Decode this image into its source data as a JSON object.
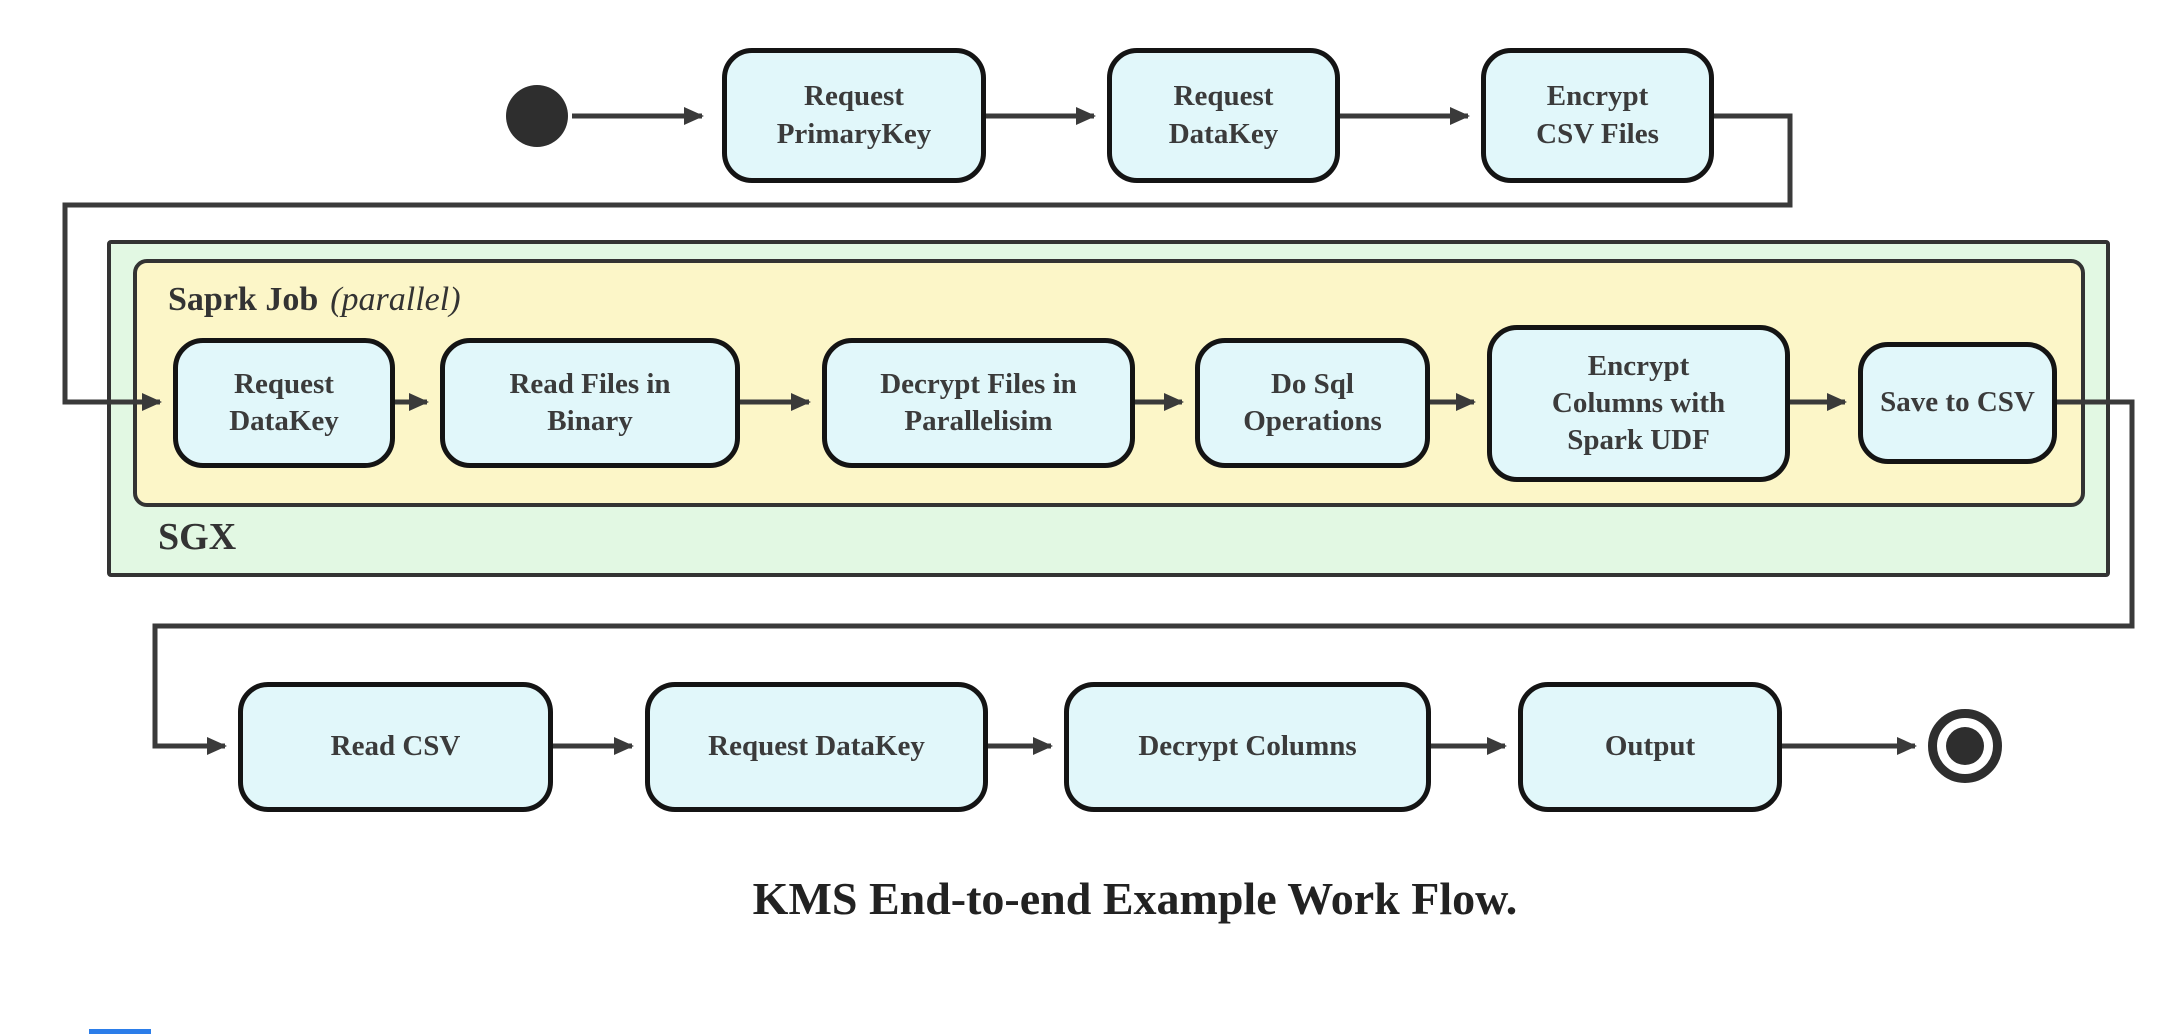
{
  "diagram": {
    "caption": "KMS End-to-end Example Work Flow.",
    "colors": {
      "node_fill": "#e1f7fa",
      "node_border": "#141414",
      "sgx_container_fill": "#e2f8e3",
      "spark_container_fill": "#fcf6c8",
      "container_border": "#333333",
      "connector_line": "#3a3a3a",
      "text": "#3b3b3b",
      "blue_mark": "#2b7de9"
    },
    "containers": {
      "sgx": {
        "label": "SGX"
      },
      "spark": {
        "label": "Saprk Job",
        "label_suffix": "(parallel)"
      }
    },
    "nodes": {
      "start": {
        "type": "start-state"
      },
      "request_primarykey": {
        "label": "Request\nPrimaryKey"
      },
      "request_datakey_top": {
        "label": "Request\nDataKey"
      },
      "encrypt_csv_files": {
        "label": "Encrypt\nCSV Files"
      },
      "request_datakey_sgx": {
        "label": "Request\nDataKey"
      },
      "read_files_in_binary": {
        "label": "Read Files in\nBinary"
      },
      "decrypt_files_in_parallelisim": {
        "label": "Decrypt Files in\nParallelisim"
      },
      "do_sql_operations": {
        "label": "Do Sql\nOperations"
      },
      "encrypt_columns_with_spark_udf": {
        "label": "Encrypt\nColumns with\nSpark UDF"
      },
      "save_to_csv": {
        "label": "Save to CSV"
      },
      "read_csv": {
        "label": "Read CSV"
      },
      "request_datakey_client": {
        "label": "Request DataKey"
      },
      "decrypt_columns": {
        "label": "Decrypt Columns"
      },
      "output": {
        "label": "Output"
      },
      "end": {
        "type": "end-state"
      }
    },
    "edges": [
      [
        "start",
        "request_primarykey"
      ],
      [
        "request_primarykey",
        "request_datakey_top"
      ],
      [
        "request_datakey_top",
        "encrypt_csv_files"
      ],
      [
        "encrypt_csv_files",
        "request_datakey_sgx"
      ],
      [
        "request_datakey_sgx",
        "read_files_in_binary"
      ],
      [
        "read_files_in_binary",
        "decrypt_files_in_parallelisim"
      ],
      [
        "decrypt_files_in_parallelisim",
        "do_sql_operations"
      ],
      [
        "do_sql_operations",
        "encrypt_columns_with_spark_udf"
      ],
      [
        "encrypt_columns_with_spark_udf",
        "save_to_csv"
      ],
      [
        "save_to_csv",
        "read_csv"
      ],
      [
        "read_csv",
        "request_datakey_client"
      ],
      [
        "request_datakey_client",
        "decrypt_columns"
      ],
      [
        "decrypt_columns",
        "output"
      ],
      [
        "output",
        "end"
      ]
    ]
  }
}
